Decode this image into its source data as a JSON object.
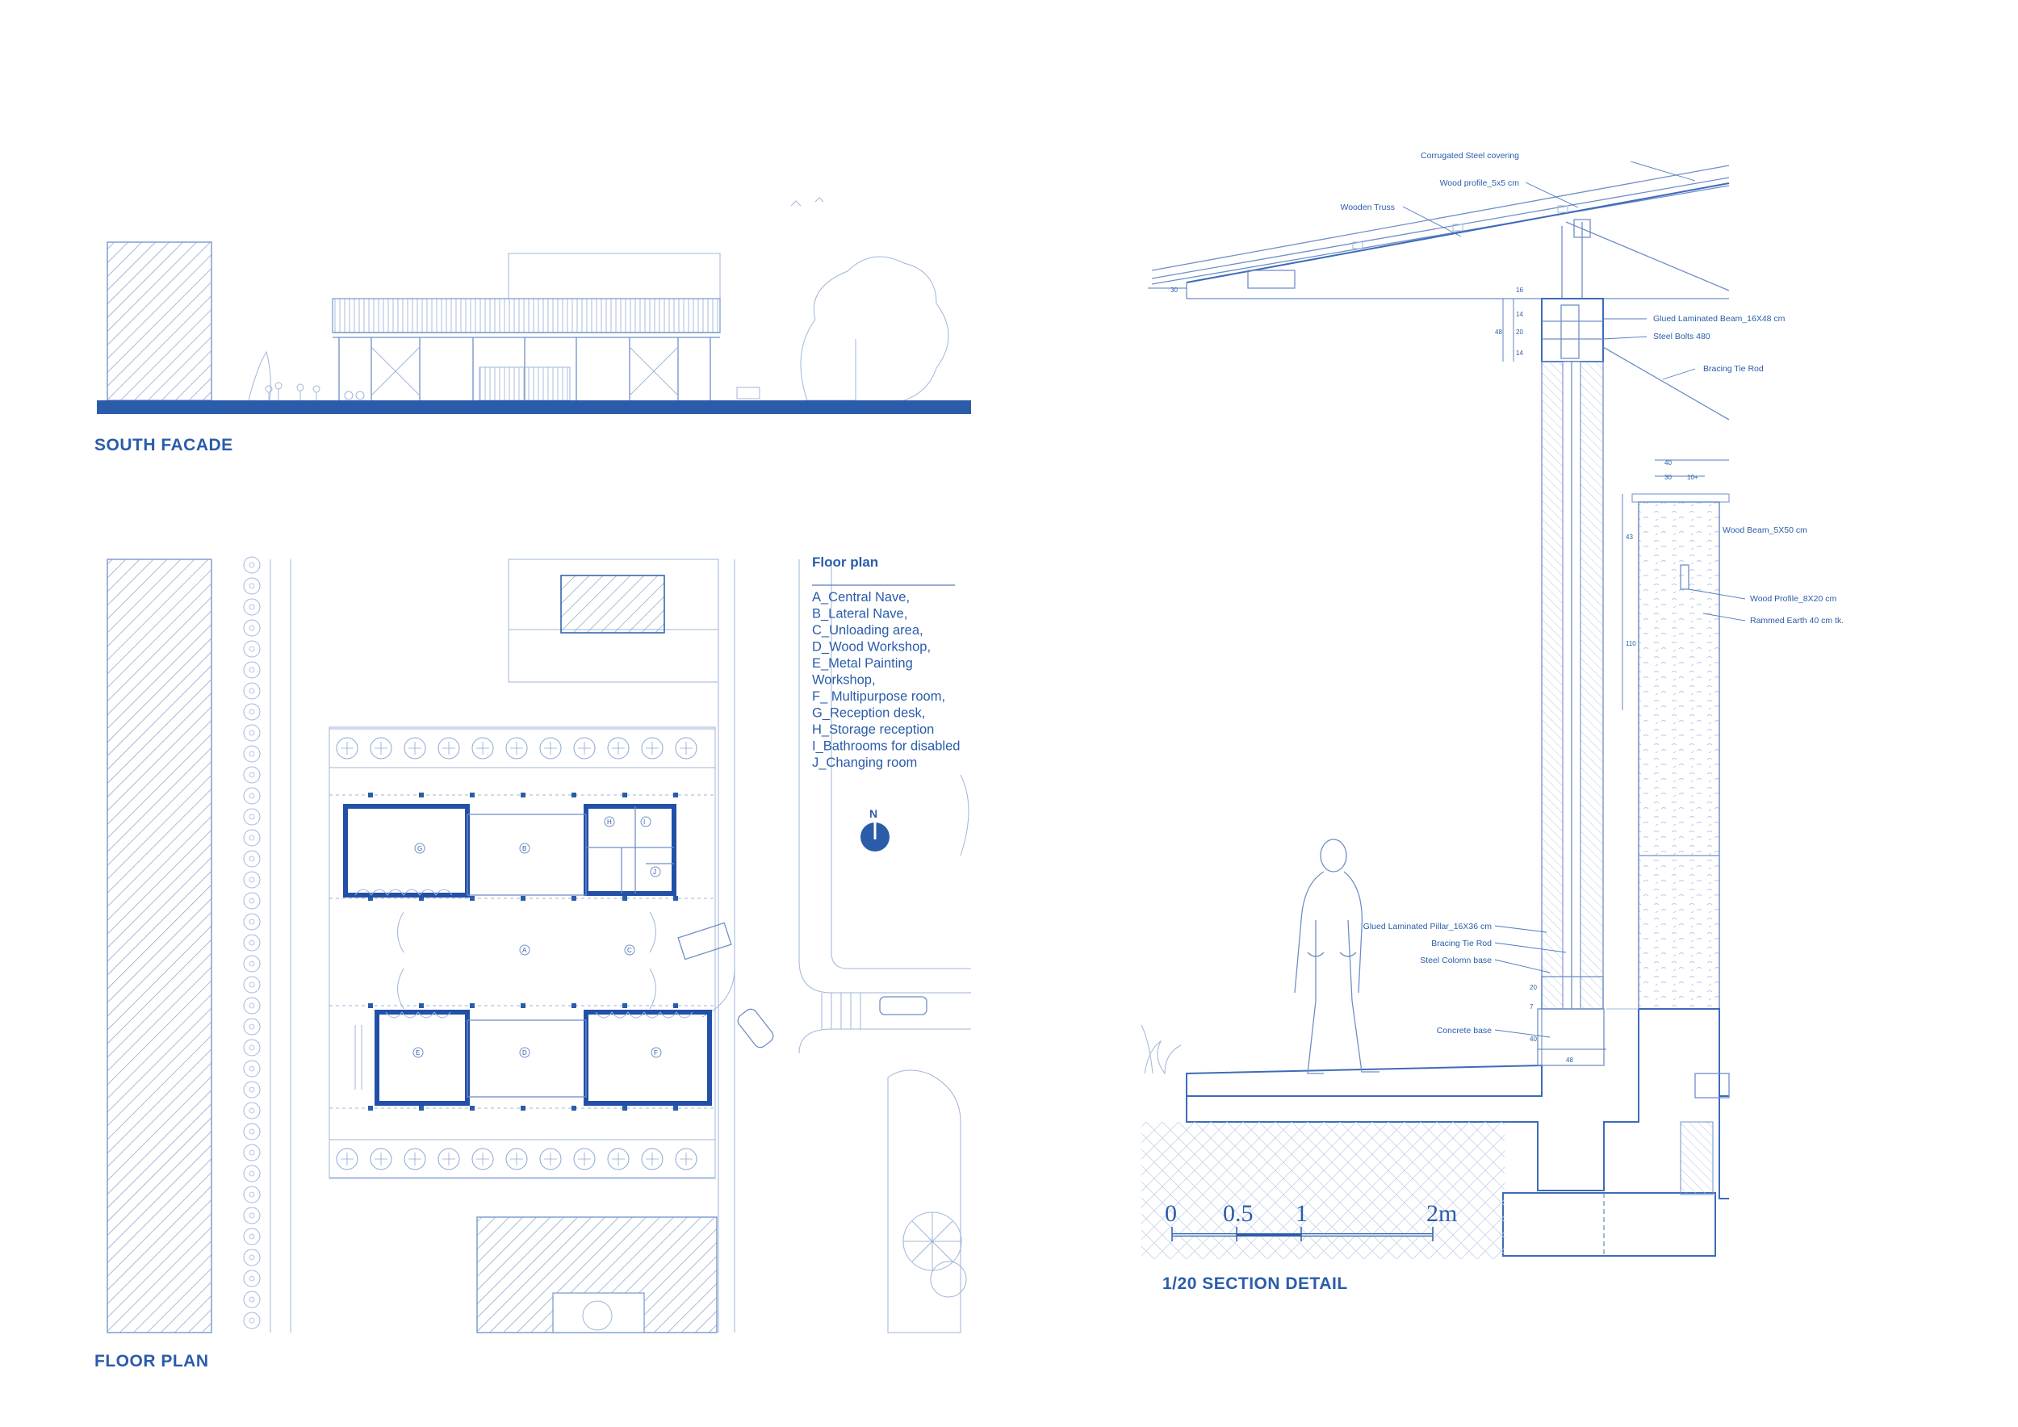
{
  "sheet": {
    "accent": "#2a5caa",
    "line_light": "#9fb6da",
    "titles": {
      "south_facade": "SOUTH FACADE",
      "floor_plan": "FLOOR PLAN",
      "section_detail": "1/20 SECTION DETAIL"
    }
  },
  "legend": {
    "heading": "Floor plan",
    "lines": [
      "A_Central Nave,",
      "B_Lateral Nave,",
      "C_Unloading area,",
      "D_Wood Workshop,",
      "E_Metal Painting",
      "Workshop,",
      "F_ Multipurpose room,",
      "G_Reception desk,",
      "H_Storage reception",
      "I_Bathrooms for disabled",
      "J_Changing room"
    ],
    "north_label": "N"
  },
  "plan_room_tags": [
    "A",
    "B",
    "C",
    "D",
    "E",
    "F",
    "G",
    "H",
    "I",
    "J"
  ],
  "section": {
    "annotations": {
      "corrugated": "Corrugated Steel covering",
      "wood_profile": "Wood profile_5x5 cm",
      "truss": "Wooden Truss",
      "beam": "Glued Laminated Beam_16X48 cm",
      "bolts": "Steel Bolts 480",
      "tie_top": "Bracing Tie Rod",
      "wood_beam": "Wood Beam_5X50 cm",
      "wood_profile_8": "Wood Profile_8X20 cm",
      "rammed": "Rammed Earth 40 cm tk.",
      "pillar": "Glued Laminated Pillar_16X36 cm",
      "tie_bottom": "Bracing Tie Rod",
      "colbase": "Steel Colomn base",
      "concrete": "Concrete base"
    },
    "dims": {
      "eave": "30",
      "d16": "16",
      "d14": "14",
      "d20": "20",
      "d48": "48",
      "d14b": "14",
      "d40": "40",
      "d30": "30",
      "d10": "10+",
      "d43": "43",
      "d110": "110",
      "d20b": "20",
      "d7": "7",
      "d40b": "40",
      "d48b": "48"
    },
    "scale_labels": [
      "0",
      "0.5",
      "1",
      "2m"
    ]
  }
}
